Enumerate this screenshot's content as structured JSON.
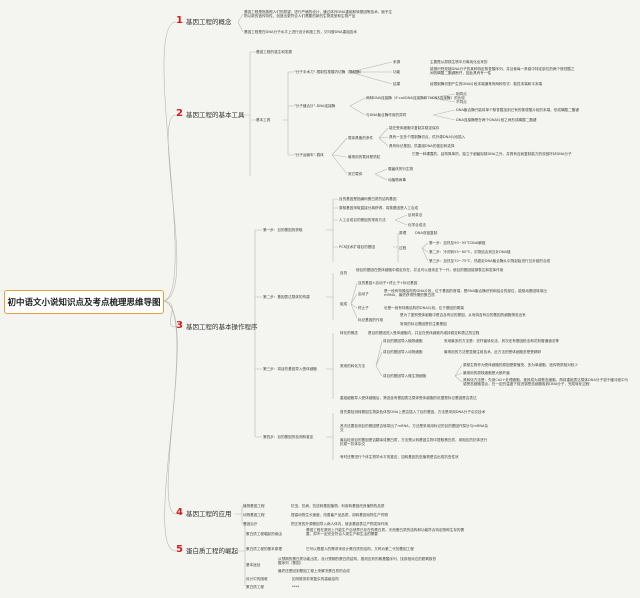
{
  "title": "初中语文小说知识点及考点梳理思维导图",
  "sections": [
    {
      "num": "1",
      "label": "基因工程的概念"
    },
    {
      "num": "2",
      "label": "基因工程的基本工具"
    },
    {
      "num": "3",
      "label": "基因工程的基本操作程序"
    },
    {
      "num": "4",
      "label": "基因工程的应用"
    },
    {
      "num": "5",
      "label": "蛋白质工程的崛起"
    }
  ],
  "s1": {
    "n1": "基因工程是指按照人们的愿望，进行严格的设计，通过体外DNA重组和转基因等技术，赋予生物以新的遗传特性，创造出更符合人们需要的新的生物类型和生物产品",
    "n2": "基因工程是在DNA分子水平上进行设计和施工的，又叫做DNA重组技术"
  },
  "s2": {
    "origin": "基因工程的诞生和发展",
    "tools": "基本工具",
    "scissors": "\"分子手术刀\"-限制性核酸内切酶（限制酶）",
    "src": "来源",
    "src_t": "主要是从原核生物中分离纯化出来的",
    "func": "功能",
    "func_t": "能够识别双链DNA分子的某种特定核苷酸序列，并且使每一条链中特定部位的两个核苷酸之间的磷酸二酯键断开，因此具有专一性",
    "result": "结果",
    "result_t": "经限制酶切割产生的DNA片段末端通常有两种形式：黏性末端和平末端",
    "needle": "\"分子缝合针\"-DNA连接酶",
    "needle_a": "两种DNA连接酶（E·coliDNA连接酶和T4DNA连接酶）的比较",
    "same": "相同点",
    "diff": "不同点",
    "needle_b": "与DNA聚合酶作用的异同",
    "needle_b1": "DNA聚合酶只能将单个核苷酸加到已有的核苷酸片段的末端，形成磷酸二酯键",
    "needle_b2": "DNA连接酶是在两个DNA片段之间形成磷酸二酯键",
    "carrier": "\"分子运输车\"-载体",
    "cond": "载体具备的条件",
    "cond1": "能在受体细胞中复制并稳定保存",
    "cond2": "具有一至多个限制酶切点，供外源DNA片段插入",
    "cond3": "具有标记基因，供重组DNA的鉴定和选择",
    "common": "最常用的载体是质粒",
    "common_t": "它是一种裸露的、结构简单的、独立于细菌拟核DNA之外，并具有自我复制能力的双链环状DNA分子",
    "other": "其它载体",
    "other1": "噬菌体的衍生物",
    "other2": "动植物病毒"
  },
  "s3": {
    "step1": "第一步：目的基因的获取",
    "s1a": "目的基因是指编码蛋白质的结构基因",
    "s1b": "原核基因采取直接分离获得，真核基因是人工合成",
    "s1c": "人工合成目的基因的常用方法",
    "s1c1": "反转录法",
    "s1c2": "化学合成法",
    "s1d": "PCR技术扩增目的基因",
    "s1d1": "原理",
    "s1d1t": "DNA双链复制",
    "s1d2": "过程",
    "s1d2a": "第一步：加热至90~95℃DNA解链",
    "s1d2b": "第二步：冷却到55~60℃，引物结合到互补DNA链",
    "s1d2c": "第三步：加热至70~75℃，热稳定DNA聚合酶从引物起始进行互补链的合成",
    "step2": "第二步：基因表达载体的构建",
    "s2a": "目的",
    "s2a_t": "使目的基因在受体细胞中稳定存在，并且可以遗传至下一代，使目的基因能够表达和发挥作用",
    "s2b": "组成",
    "s2b1": "目的基因+启动子+终止子+标记基因",
    "s2b2": "启动子",
    "s2b2t": "是一段有特殊结构的DNA片段，位于基因的首端，是RNA聚合酶识别和结合的部位，能驱动基因转录出mRNA，最终获得所需的蛋白质",
    "s2b3": "终止子",
    "s2b3t": "也是一段有特殊结构的DNA片段，位于基因的尾端",
    "s2b4": "标记基因的作用",
    "s2b4t1": "是为了鉴别受体细胞中是否含有目的基因，从而将含有目的基因的细胞筛选出来",
    "s2b4t2": "常用的标记基因是抗生素基因",
    "step3": "第三步：将目的基因导入受体细胞",
    "s3a": "转化的概念",
    "s3a_t": "是目的基因进入受体细胞内，并且在受体细胞内维持稳定和表达的过程",
    "s3b": "常用的转化方法",
    "s3b1": "将目的基因导入植物细胞",
    "s3b1t": "采用最多的方法是：农杆菌转化法，其次还有基因枪法和花粉管通道法等",
    "s3b2": "将目的基因导入动物细胞",
    "s3b2t": "最常用的方法是显微注射技术，此方法的受体细胞多是受精卵",
    "s3b3": "将目的基因导入微生物细胞",
    "s3b3t1": "原核生物作为受体细胞的原因是繁殖快、多为单细胞、遗传物质相对较少",
    "s3b3t2": "最常用的原核细胞是大肠杆菌",
    "s3b3t3": "其转化方法是：先用Ca2+处理细胞，使其成为感受态细胞，再将重组表达载体DNA分子溶于缓冲液中与感受态细胞混合，在一定的温度下促进感受态细胞吸收DNA分子，完成转化过程",
    "s3c": "重组细胞导入受体细胞后，筛选含有基因表达载体受体细胞的依据是标记基因是否表达",
    "step4": "第四步：目的基因的检测和鉴定",
    "s4a": "首先要检测转基因生物染色体的DNA上是否插入了目的基因，方法是采用DNA分子杂交技术",
    "s4b": "其次还要检测目的基因是否转录出了mRNA，方法是采用用标记的目的基因作探针与mRNA杂交",
    "s4c": "最后检测目的基因是否翻译成蛋白质，方法是从转基因生物中提取蛋白质，用相应的抗体进行抗原一抗体杂交",
    "s4d": "有时还需进行个体生物学水平的鉴定，如转基因抗虫植物是否出现抗虫性状"
  },
  "s4": {
    "a": "植物基因工程",
    "a_t": "抗虫、抗病、抗逆转基因植物，利用转基因改良植物的品质",
    "b": "动物基因工程",
    "b_t": "提高动物生长速度、改善畜产品品质、用转基因动物生产药物",
    "c": "基因治疗",
    "c_t": "把正常的外源基因导入病人体内，使该基因表达产物发挥作用"
  },
  "s5": {
    "a": "蛋白质工程崛起的缘由",
    "a_t": "基因工程在原则上只能生产自然界已存在的蛋白质，天然蛋白质的结构和功能符合特定物种生存的需要，却不一定完全符合人类生产和生活的需要",
    "b": "蛋白质工程的基本原理",
    "b_t": "它可以根据人的需求来设计蛋白质的结构，又称为第二代的基因工程",
    "c": "基本途径",
    "c_t1": "从预期的蛋白质功能出发，设计预期的蛋白质结构，推测应有的氨基酸序列，找到相对应的脱氧核苷酸序列（基因）",
    "c_t2": "最终还是回到基因工程上来解决蛋白质的合成",
    "d": "设计中的困难",
    "d_t": "如何推测非常复杂的高级结构",
    "e": "蛋白质工程",
    "e_t": "****"
  }
}
